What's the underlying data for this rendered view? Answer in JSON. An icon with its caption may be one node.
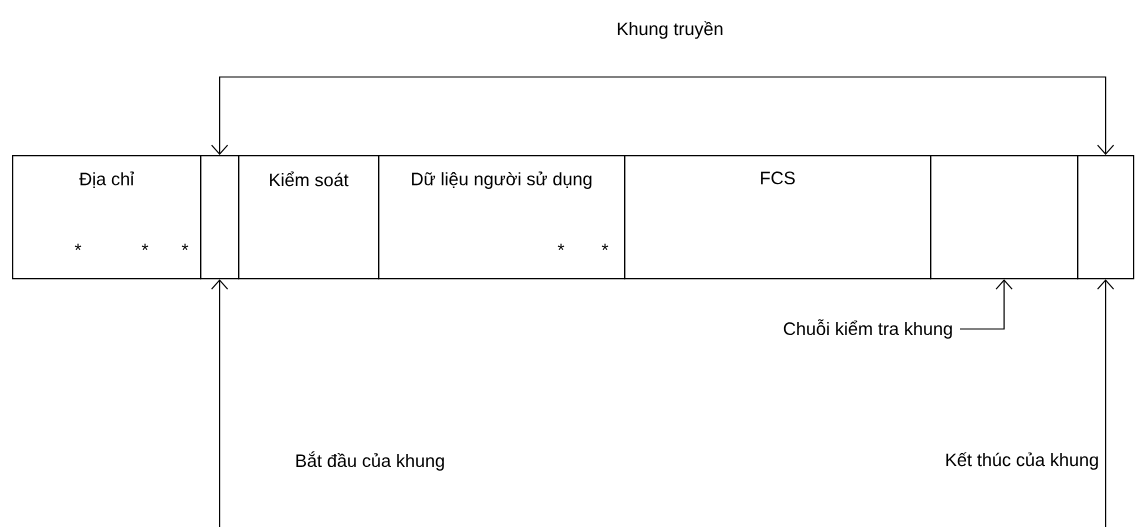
{
  "diagram": {
    "nodes": [
      {
        "text": [
          "Địa chỉ"
        ]
      },
      {
        "text": [],
        "shape": "box"
      },
      {
        "text": [
          "Kiểm soát"
        ]
      },
      {
        "text": [
          "Dữ liệu người sử dụng"
        ]
      },
      {
        "text": [
          "FCS"
        ]
      },
      {
        "text": [],
        "shape": "box"
      },
      {
        "text": [],
        "shape": "box"
      }
    ],
    "edges": [
      {
        "from": 1,
        "to": 6,
        "arrow": "both",
        "label": "Khung truyền"
      },
      {
        "from": null,
        "to": 5,
        "arrow": "to",
        "label": "Chuỗi kiểm tra khung"
      },
      {
        "from": null,
        "to": 1,
        "arrow": "to",
        "label": "Bắt đầu của khung"
      },
      {
        "from": null,
        "to": 6,
        "arrow": "to",
        "label": "Kết thúc của khung"
      }
    ],
    "labels": [
      "*",
      "*",
      "*",
      "*",
      "*"
    ]
  }
}
